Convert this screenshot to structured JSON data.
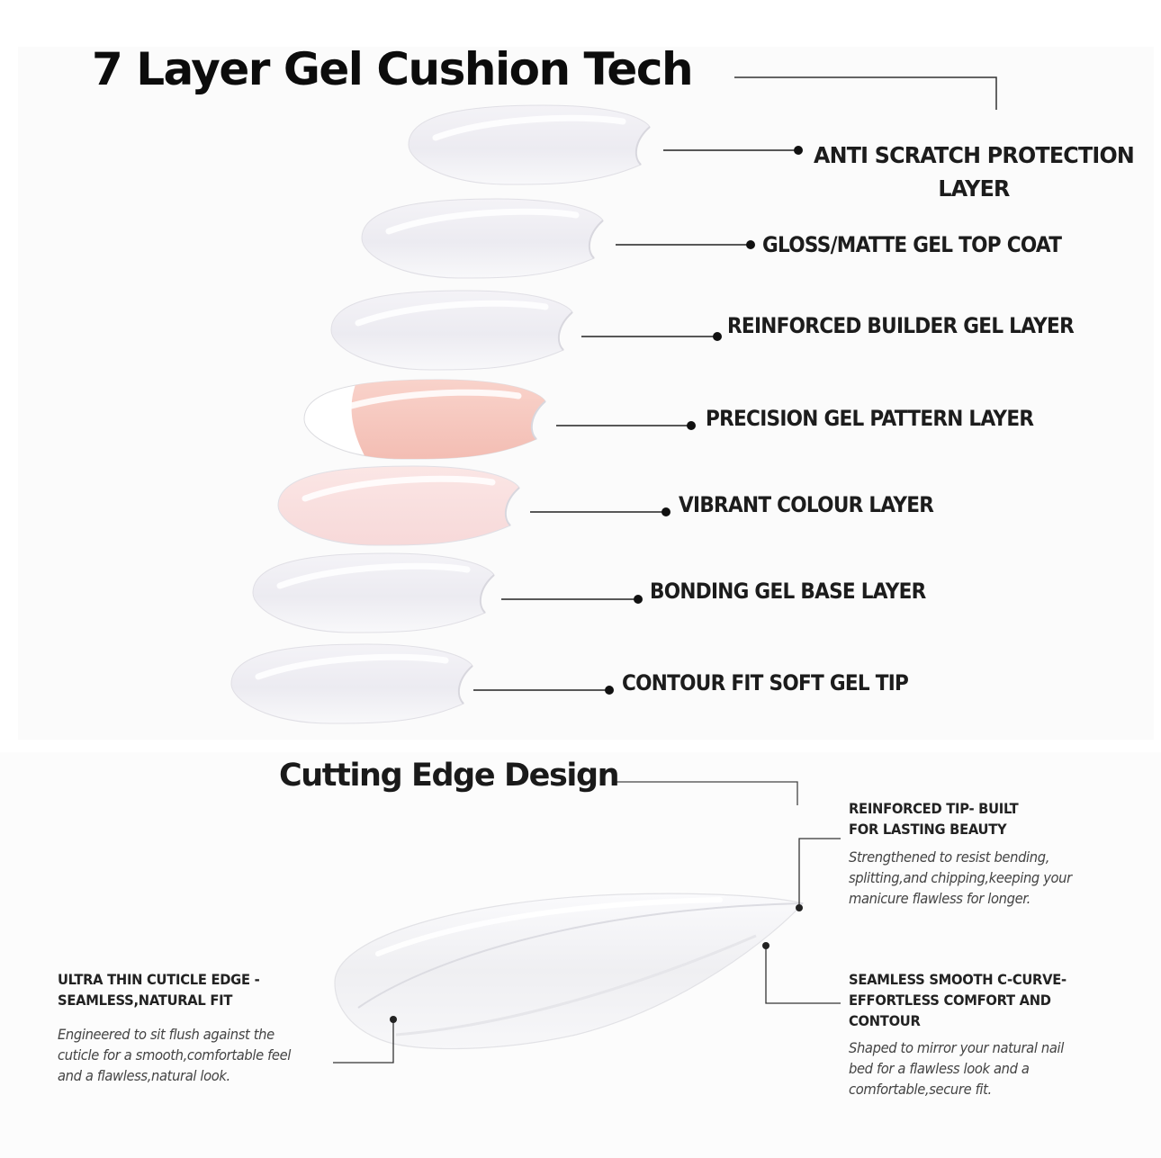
{
  "title": "7 Layer Gel Cushion Tech",
  "layers": [
    {
      "label": "ANTI SCRATCH PROTECTION LAYER",
      "tint": "#ecebf1"
    },
    {
      "label": "GLOSS/MATTE GEL TOP COAT",
      "tint": "#eeedf2"
    },
    {
      "label": "REINFORCED BUILDER GEL LAYER",
      "tint": "#eeedf3"
    },
    {
      "label": "PRECISION GEL PATTERN LAYER",
      "tint": "#f6c8c0"
    },
    {
      "label": "VIBRANT COLOUR LAYER",
      "tint": "#f9dede"
    },
    {
      "label": "BONDING GEL BASE LAYER",
      "tint": "#eeedf2"
    },
    {
      "label": "CONTOUR FIT SOFT GEL TIP",
      "tint": "#efeef3"
    }
  ],
  "design": {
    "title": "Cutting Edge Design",
    "features": [
      {
        "heading": [
          "REINFORCED TIP- BUILT",
          "FOR LASTING BEAUTY"
        ],
        "description": [
          "Strengthened to resist bending,",
          "splitting,and chipping,keeping your",
          "manicure flawless for longer."
        ]
      },
      {
        "heading": [
          "ULTRA THIN CUTICLE EDGE -",
          "SEAMLESS,NATURAL FIT"
        ],
        "description": [
          "Engineered to sit flush against the",
          "cuticle for a smooth,comfortable feel",
          "and a flawless,natural look."
        ]
      },
      {
        "heading": [
          "SEAMLESS SMOOTH C-CURVE-",
          "EFFORTLESS COMFORT AND",
          "CONTOUR"
        ],
        "description": [
          "Shaped to mirror your natural nail",
          "bed for a flawless look and a",
          "comfortable,secure fit."
        ]
      }
    ]
  }
}
